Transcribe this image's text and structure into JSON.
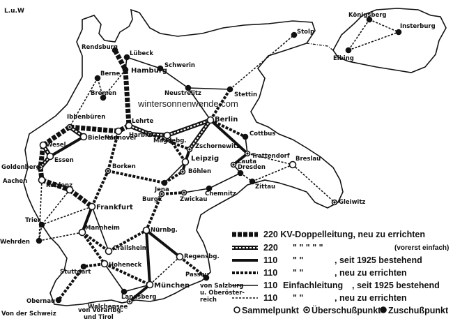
{
  "corner_label": "L.u.W",
  "watermark": "wintersonnenwende.com",
  "cities": [
    {
      "id": "rendsburg",
      "name": "Rendsburg"
    },
    {
      "id": "lubeck",
      "name": "Lübeck"
    },
    {
      "id": "hamburg",
      "name": "Hamburg"
    },
    {
      "id": "schwerin",
      "name": "Schwerin"
    },
    {
      "id": "stolp",
      "name": "Stolp"
    },
    {
      "id": "neustrelitz",
      "name": "Neustrelitz"
    },
    {
      "id": "stettin",
      "name": "Stettin"
    },
    {
      "id": "berne",
      "name": "Berne"
    },
    {
      "id": "bremen",
      "name": "Bremen"
    },
    {
      "id": "ibbenburen",
      "name": "Ibbenbüren"
    },
    {
      "id": "hannover",
      "name": "Hannover"
    },
    {
      "id": "lehrte",
      "name": "Lehrte"
    },
    {
      "id": "berlin",
      "name": "Berlin"
    },
    {
      "id": "harbke",
      "name": "Harbke"
    },
    {
      "id": "magdeburg",
      "name": "Magdebg."
    },
    {
      "id": "bielefeld",
      "name": "Bielefeld"
    },
    {
      "id": "wesel",
      "name": "Wesel"
    },
    {
      "id": "essen",
      "name": "Essen"
    },
    {
      "id": "goldenberg",
      "name": "Goldenberg"
    },
    {
      "id": "aachen",
      "name": "Aachen"
    },
    {
      "id": "zschornewitz",
      "name": "Zschornewitz"
    },
    {
      "id": "cottbus",
      "name": "Cottbus"
    },
    {
      "id": "trattendorf",
      "name": "Trattendorf"
    },
    {
      "id": "leipzig",
      "name": "Leipzig"
    },
    {
      "id": "bohlen",
      "name": "Böhlen"
    },
    {
      "id": "lauta",
      "name": "Lauta"
    },
    {
      "id": "dresden",
      "name": "Dresden"
    },
    {
      "id": "breslau",
      "name": "Breslau"
    },
    {
      "id": "borken",
      "name": "Borken"
    },
    {
      "id": "jena",
      "name": "Jena"
    },
    {
      "id": "koblenz",
      "name": "Koblenz"
    },
    {
      "id": "burgk",
      "name": "Burgk"
    },
    {
      "id": "zwickau",
      "name": "Zwickau"
    },
    {
      "id": "chemnitz",
      "name": "Chemnitz"
    },
    {
      "id": "zittau",
      "name": "Zittau"
    },
    {
      "id": "gleiwitz",
      "name": "Gleiwitz"
    },
    {
      "id": "frankfurt",
      "name": "Frankfurt"
    },
    {
      "id": "trier",
      "name": "Trier"
    },
    {
      "id": "wehrden",
      "name": "Wehrden"
    },
    {
      "id": "mannheim",
      "name": "Mannheim"
    },
    {
      "id": "nurnberg",
      "name": "Nürnbg."
    },
    {
      "id": "crailsheim",
      "name": "Crailsheim"
    },
    {
      "id": "regensburg",
      "name": "Regensbg."
    },
    {
      "id": "hoheneck",
      "name": "Hoheneck"
    },
    {
      "id": "stuttgart",
      "name": "Stuttgart"
    },
    {
      "id": "passau",
      "name": "Passau"
    },
    {
      "id": "landsberg",
      "name": "Landsberg"
    },
    {
      "id": "munchen",
      "name": "München"
    },
    {
      "id": "obernau",
      "name": "Obernau"
    },
    {
      "id": "walchensee",
      "name": "Walchensee"
    },
    {
      "id": "konigsberg",
      "name": "Königsberg"
    },
    {
      "id": "insterburg",
      "name": "Insterburg"
    },
    {
      "id": "elbing",
      "name": "Elbing"
    }
  ],
  "annotations": {
    "schweiz": "Von der Schweiz",
    "vorarlberg_1": "von Vorarlbg.",
    "vorarlberg_2": "und Tirol",
    "salzburg_1": "von Salzburg",
    "salzburg_2": "u. Oberöster-",
    "salzburg_3": "reich"
  },
  "legend": [
    {
      "kv": "220",
      "text": "220 KV-Doppelleitung, neu zu errichten",
      "style": "double-new"
    },
    {
      "kv": "220",
      "text": "220",
      "ditto": "\"      \"      \"      \"      \"",
      "note": "(vorerst einfach)",
      "style": "double-new-single"
    },
    {
      "kv": "110",
      "text": "110",
      "ditto": "\"      \"",
      "note": ", seit 1925 bestehend",
      "style": "double-exist"
    },
    {
      "kv": "110",
      "text": "110",
      "ditto": "\"      \"",
      "note": ", neu zu errichten",
      "style": "double-new-110"
    },
    {
      "kv": "110",
      "text": "110",
      "ditto": "Einfachleitung",
      "note": ", seit 1925 bestehend",
      "style": "single-exist"
    },
    {
      "kv": "110",
      "text": "110",
      "ditto": "\"      \"",
      "note": ", neu zu errichten",
      "style": "single-new"
    }
  ],
  "point_legend": {
    "sammel": "Sammelpunkt",
    "uberschuss": "Überschußpunkt",
    "zuschuss": "Zuschußpunkt"
  },
  "colors": {
    "ink": "#111111",
    "paper": "#ffffff"
  }
}
